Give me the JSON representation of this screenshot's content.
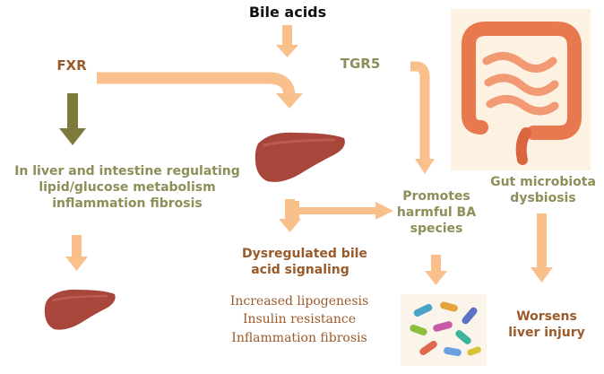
{
  "nodes": {
    "bile_acids": "Bile acids",
    "fxr": "FXR",
    "tgr5": "TGR5",
    "fxr_effects": [
      "In liver and intestine regulating",
      "lipid/glucose metabolism",
      "inflammation fibrosis"
    ],
    "dysregulated": [
      "Dysregulated bile",
      "acid signaling"
    ],
    "outcomes": [
      "Increased lipogenesis",
      "Insulin resistance",
      "Inflammation fibrosis"
    ],
    "harmful_ba": [
      "Promotes",
      "harmful BA",
      "species"
    ],
    "dysbiosis": [
      "Gut microbiota",
      "dysbiosis"
    ],
    "liver_injury": [
      "Worsens",
      "liver injury"
    ]
  },
  "icons": [
    "liver-icon",
    "intestine-icon",
    "bacteria-icon"
  ],
  "colors": {
    "arrow_peach": "#f9c08c",
    "arrow_olive": "#7e7a3c",
    "text_olive": "#8e8e58",
    "text_brown": "#9a5a2a",
    "liver": "#a8463c",
    "intestine": "#e8784e"
  }
}
